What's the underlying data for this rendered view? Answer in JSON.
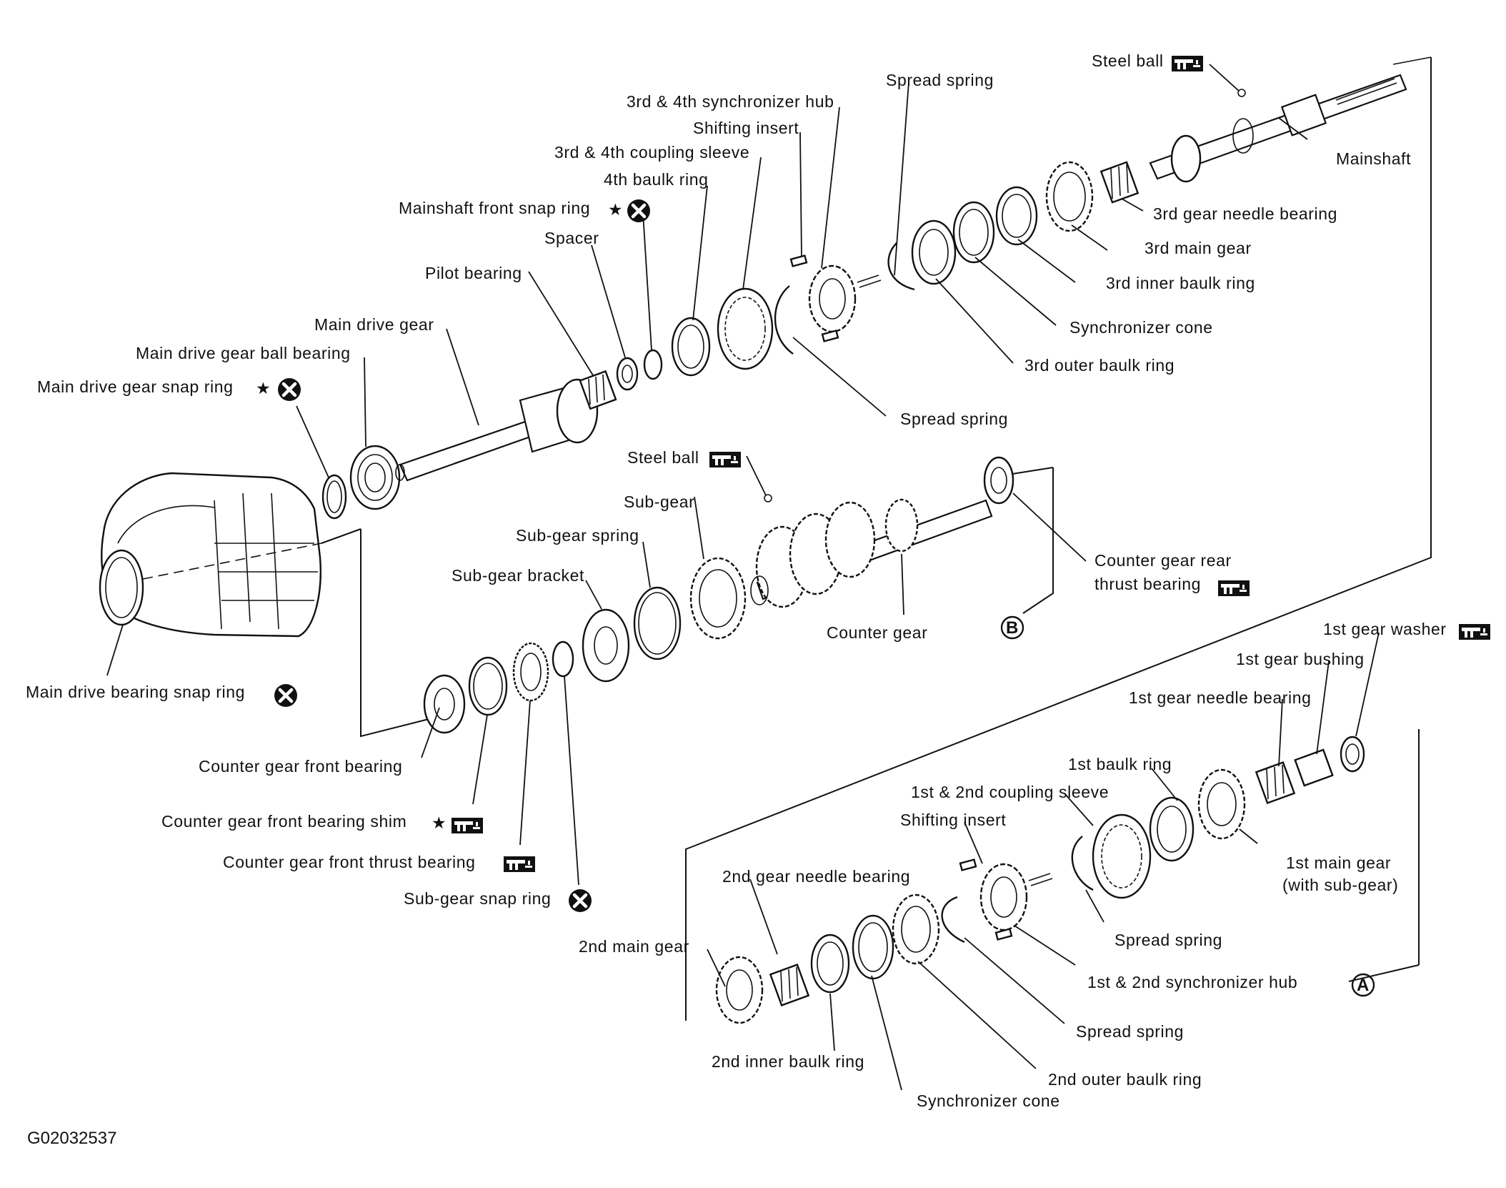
{
  "labels": {
    "steel_ball_top": "Steel ball",
    "spread_spring_top": "Spread spring",
    "sync_hub_34": "3rd & 4th synchronizer hub",
    "shifting_insert_top": "Shifting insert",
    "coupling_sleeve_34": "3rd & 4th coupling sleeve",
    "baulk_ring_4th": "4th baulk ring",
    "mainshaft_front_snap_ring": "Mainshaft front snap ring",
    "spacer": "Spacer",
    "pilot_bearing": "Pilot bearing",
    "main_drive_gear": "Main drive gear",
    "main_drive_gear_ball_bearing": "Main drive gear ball bearing",
    "main_drive_gear_snap_ring": "Main drive gear snap ring",
    "mainshaft": "Mainshaft",
    "gear_needle_bearing_3rd": "3rd gear needle bearing",
    "main_gear_3rd": "3rd main gear",
    "inner_baulk_ring_3rd": "3rd inner baulk ring",
    "synchronizer_cone_top": "Synchronizer cone",
    "outer_baulk_ring_3rd": "3rd outer baulk ring",
    "spread_spring_mid": "Spread spring",
    "steel_ball_mid": "Steel ball",
    "sub_gear": "Sub-gear",
    "sub_gear_spring": "Sub-gear spring",
    "sub_gear_bracket": "Sub-gear bracket",
    "counter_gear_rear_thrust_bearing_1": "Counter gear rear",
    "counter_gear_rear_thrust_bearing_2": "thrust bearing",
    "counter_gear": "Counter gear",
    "main_drive_bearing_snap_ring": "Main drive bearing snap ring",
    "counter_gear_front_bearing": "Counter gear front bearing",
    "counter_gear_front_bearing_shim": "Counter gear front bearing shim",
    "counter_gear_front_thrust_bearing": "Counter gear front thrust bearing",
    "sub_gear_snap_ring": "Sub-gear snap ring",
    "gear_washer_1st": "1st gear washer",
    "gear_bushing_1st": "1st gear bushing",
    "gear_needle_bearing_1st": "1st gear needle bearing",
    "baulk_ring_1st": "1st baulk ring",
    "coupling_sleeve_12": "1st & 2nd coupling sleeve",
    "shifting_insert_bottom": "Shifting insert",
    "gear_needle_bearing_2nd": "2nd gear needle bearing",
    "main_gear_1st_1": "1st main gear",
    "main_gear_1st_2": "(with sub-gear)",
    "spread_spring_bottom_right": "Spread spring",
    "main_gear_2nd": "2nd main gear",
    "sync_hub_12": "1st & 2nd synchronizer hub",
    "spread_spring_bottom": "Spread spring",
    "inner_baulk_ring_2nd": "2nd inner baulk ring",
    "outer_baulk_ring_2nd": "2nd outer baulk ring",
    "synchronizer_cone_bottom": "Synchronizer cone"
  },
  "callouts": {
    "a": "A",
    "b": "B"
  },
  "figure_code": "G02032537",
  "symbols": {
    "star": "★",
    "do_not_reuse": "x-circle-icon",
    "apply_grease": "grease-gun-icon"
  }
}
